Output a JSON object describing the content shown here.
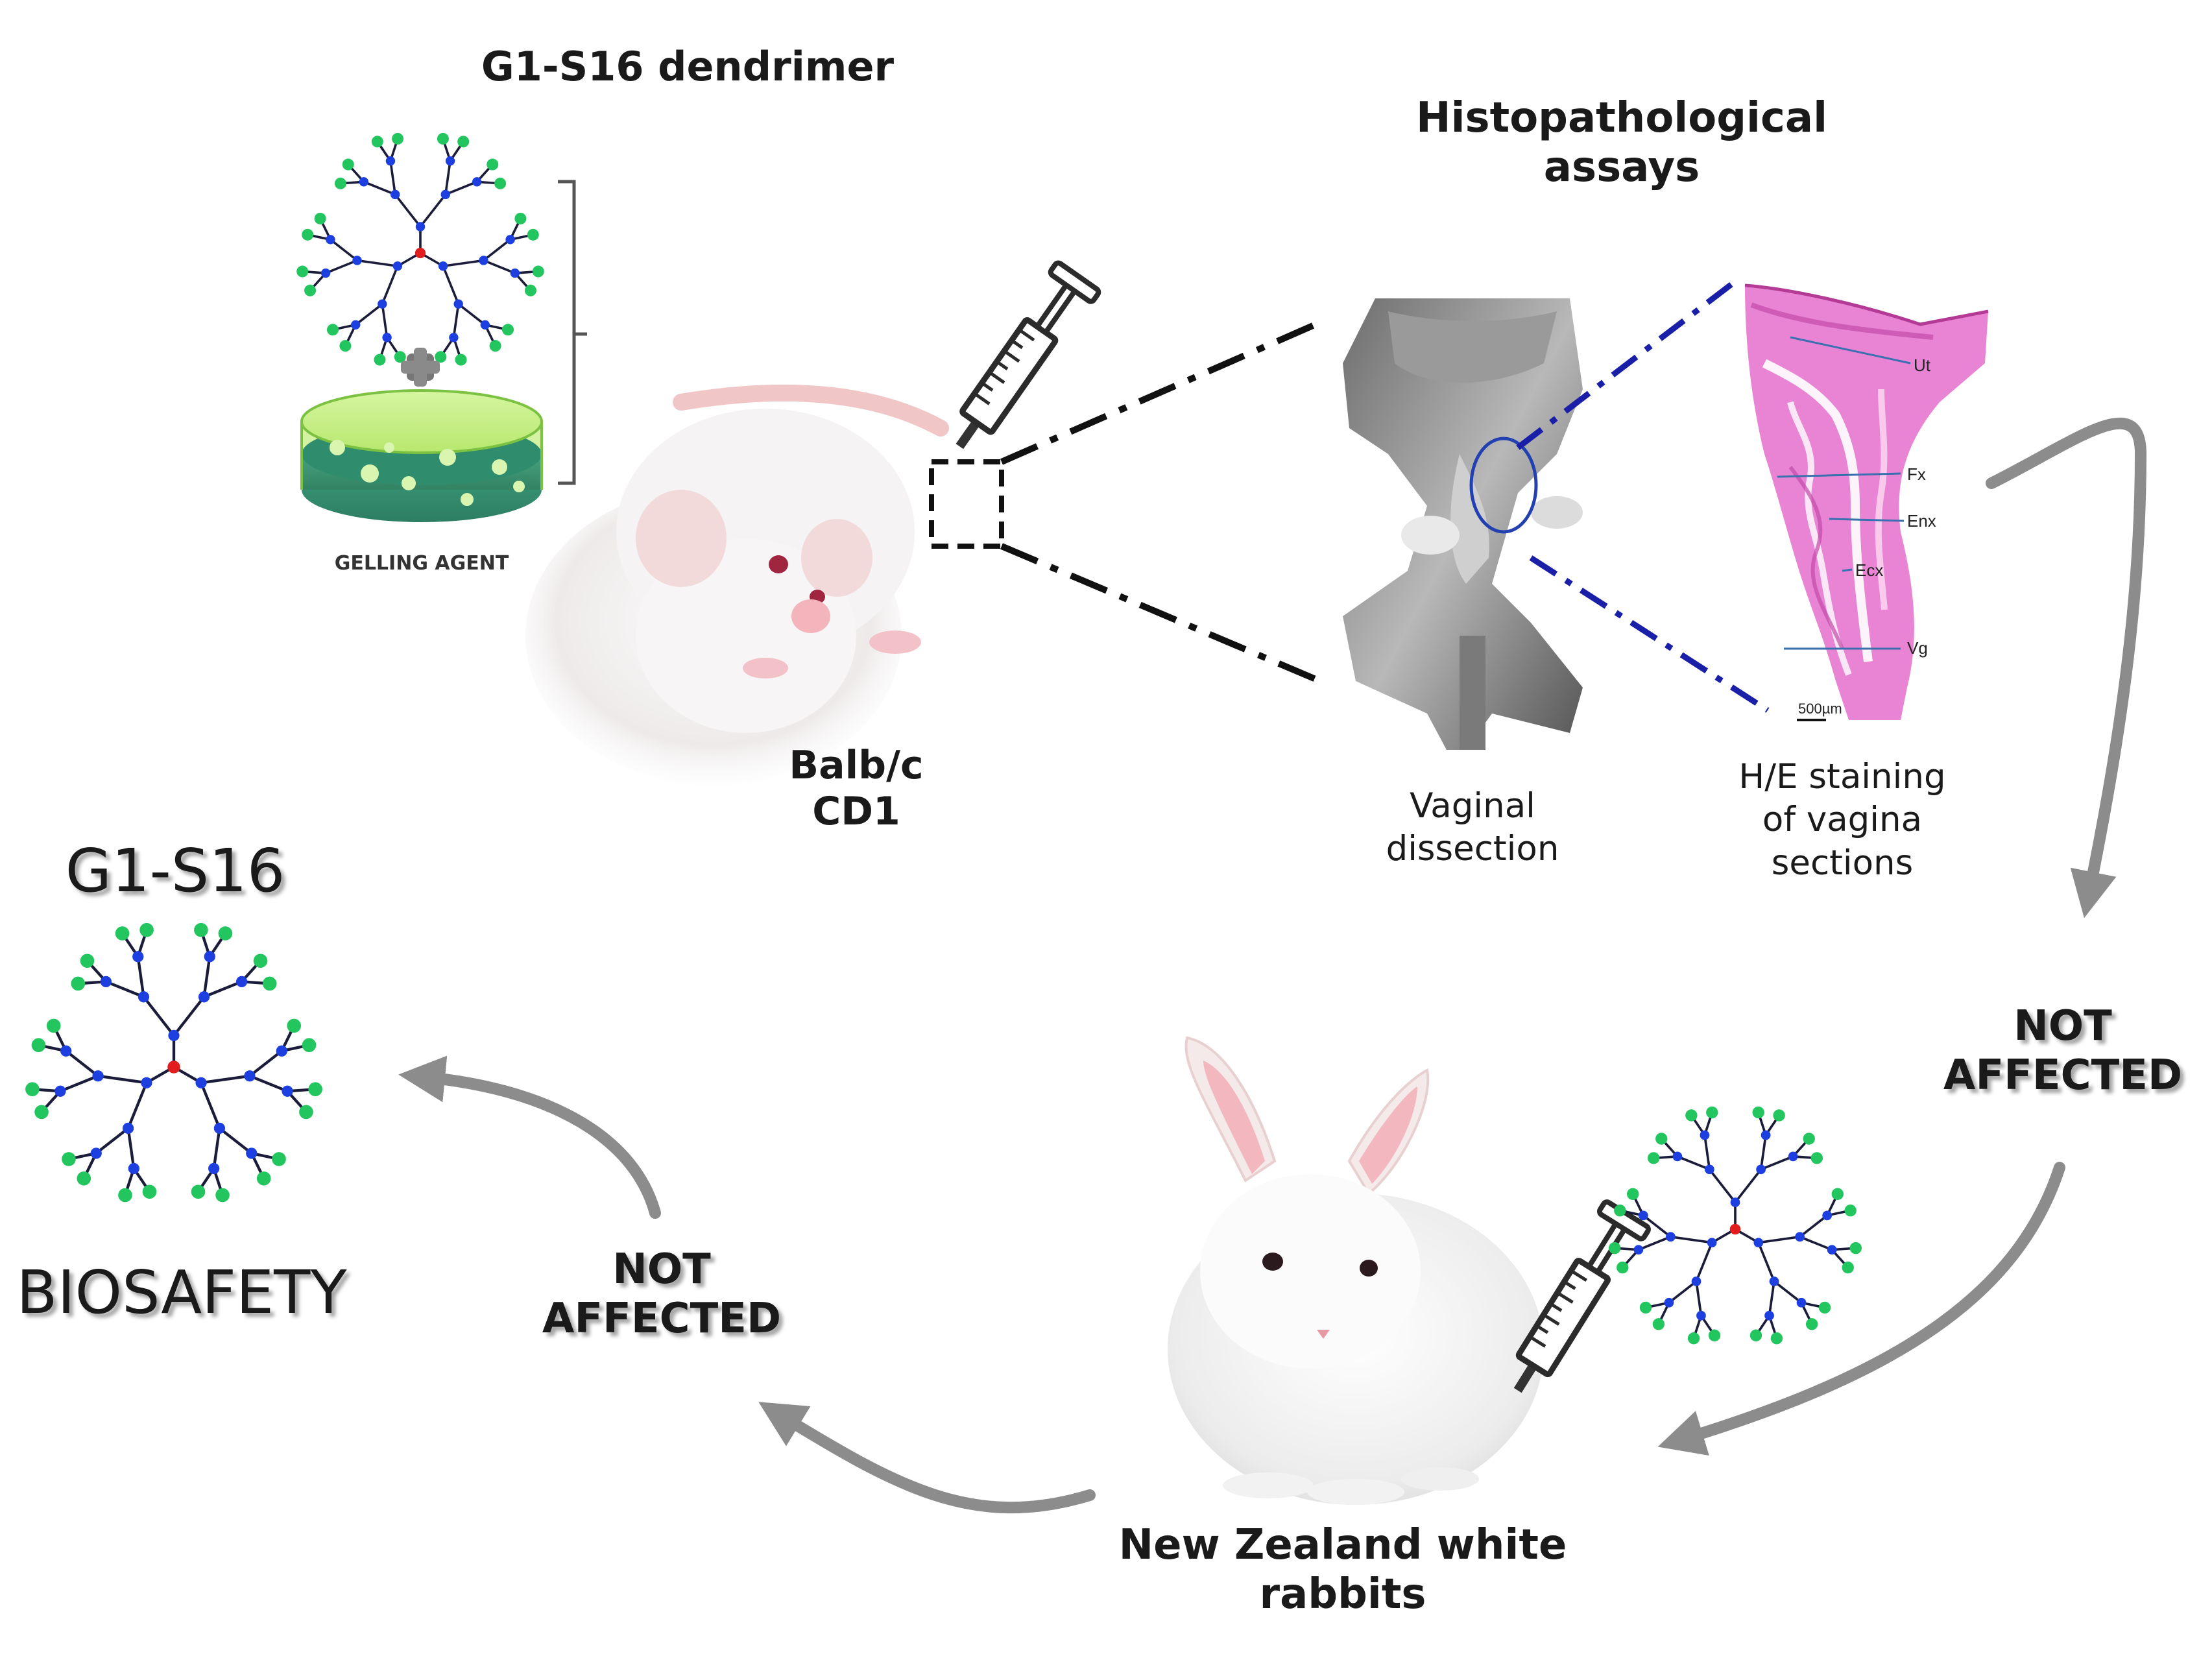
{
  "top": {
    "dendrimer_title": "G1-S16 dendrimer",
    "gelling_agent": "GELLING AGENT"
  },
  "mouse": {
    "strain_1": "Balb/c",
    "strain_2": "CD1"
  },
  "histo": {
    "title_line1": "Histopathological",
    "title_line2": "assays",
    "dissection_line1": "Vaginal",
    "dissection_line2": "dissection",
    "staining_line1": "H/E staining",
    "staining_line2": "of vagina",
    "staining_line3": "sections",
    "labels": {
      "ut": "Ut",
      "fx": "Fx",
      "enx": "Enx",
      "ecx": "Ecx",
      "vg": "Vg"
    },
    "scale": "500µm"
  },
  "right_result": {
    "line1": "NOT",
    "line2": "AFFECTED"
  },
  "rabbit": {
    "line1": "New Zealand white",
    "line2": "rabbits"
  },
  "left_result": {
    "line1": "NOT",
    "line2": "AFFECTED"
  },
  "outcome": {
    "compound": "G1-S16",
    "verdict": "BIOSAFETY"
  },
  "colors": {
    "arrow": "#8c8c8c",
    "node_outer": "#22c55e",
    "node_inner": "#1d3fe0",
    "node_core": "#e11d1d",
    "stain": "#e77ad0",
    "dash_blue": "#1a1fa8"
  }
}
